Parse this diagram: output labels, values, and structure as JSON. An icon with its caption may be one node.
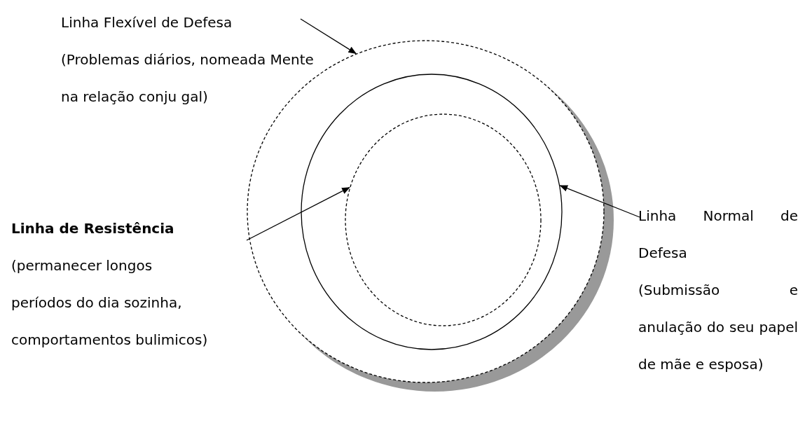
{
  "diagram": {
    "nodes": [
      {
        "text": [
          "Linha Flexível de Defesa",
          "(Problemas diários, nomeada Mente na relação conju gal)"
        ]
      },
      {
        "text": [
          "Linha de Resistência",
          "(permanecer longos períodos do dia sozinha, comportamentos bulimicos)"
        ]
      },
      {
        "text": [
          "Linha Normal de Defesa",
          "(Submissão e anulação do seu papel de mãe e esposa)"
        ]
      },
      {
        "text": [],
        "shape": "circle"
      },
      {
        "text": [],
        "shape": "circle",
        "in": 3
      },
      {
        "text": [],
        "shape": "circle",
        "in": 4
      }
    ],
    "edges": [
      {
        "from": 0,
        "to": 3,
        "arrow": "to"
      },
      {
        "from": 1,
        "to": 5,
        "arrow": "to"
      },
      {
        "from": 2,
        "to": 4,
        "arrow": "to"
      }
    ]
  }
}
